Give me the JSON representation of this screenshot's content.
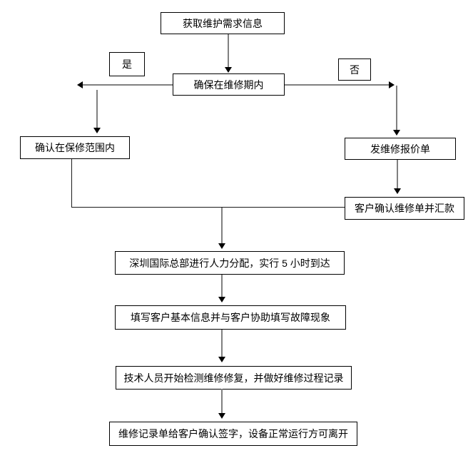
{
  "diagram": {
    "type": "flowchart",
    "background": "#ffffff",
    "colors": {
      "box_border": "#000000",
      "box_fill": "#ffffff",
      "text": "#000000",
      "connector_line": "#808080",
      "connector_plain": "#1a1a1a",
      "arrowhead": "#000000"
    },
    "nodes": {
      "acquire": {
        "label": "获取维护需求信息"
      },
      "yes": {
        "label": "是"
      },
      "ensure_period": {
        "label": "确保在维修期内"
      },
      "no": {
        "label": "否"
      },
      "warranty": {
        "label": "确认在保修范围内"
      },
      "quote": {
        "label": "发维修报价单"
      },
      "remit": {
        "label": "客户确认维修单并汇款"
      },
      "hq_dispatch": {
        "label": "深圳国际总部进行人力分配，实行 5 小时到达"
      },
      "fill_info": {
        "label": "填写客户基本信息并与客户协助填写故障现象"
      },
      "tech_repair": {
        "label": "技术人员开始检测维修修复，并做好维修过程记录"
      },
      "sign_off": {
        "label": "维修记录单给客户确认签字，设备正常运行方可离开"
      }
    },
    "edges": [
      {
        "from": "acquire",
        "to": "ensure_period"
      },
      {
        "from": "ensure_period",
        "to": "warranty",
        "branch_label": "是"
      },
      {
        "from": "ensure_period",
        "to": "quote",
        "branch_label": "否"
      },
      {
        "from": "quote",
        "to": "remit"
      },
      {
        "from": "warranty",
        "to": "hq_dispatch"
      },
      {
        "from": "remit",
        "to": "hq_dispatch"
      },
      {
        "from": "hq_dispatch",
        "to": "fill_info"
      },
      {
        "from": "fill_info",
        "to": "tech_repair"
      },
      {
        "from": "tech_repair",
        "to": "sign_off"
      }
    ]
  }
}
